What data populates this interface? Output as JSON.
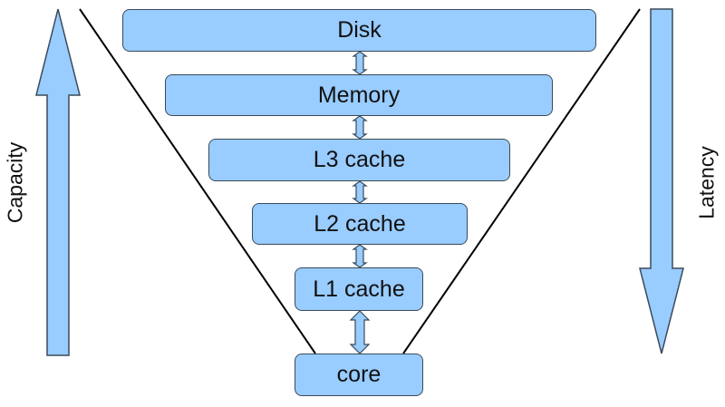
{
  "title": "Memory hierarchy",
  "levels": [
    {
      "label": "Disk"
    },
    {
      "label": "Memory"
    },
    {
      "label": "L3 cache"
    },
    {
      "label": "L2 cache"
    },
    {
      "label": "L1 cache"
    },
    {
      "label": "core"
    }
  ],
  "axes": {
    "left": {
      "label": "Capacity",
      "direction": "up"
    },
    "right": {
      "label": "Latency",
      "direction": "down"
    }
  },
  "colors": {
    "fill": "#99ccff",
    "stroke": "#3a4a5a",
    "line": "#000000"
  }
}
